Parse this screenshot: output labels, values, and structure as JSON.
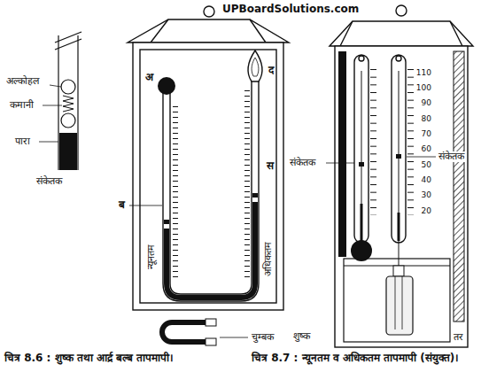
{
  "diagram": {
    "labels": [
      "UPBoardSolutions.com",
      "अल्कोहल",
      "कमानी",
      "पारा",
      "संकेतक",
      "अ",
      "द",
      "ब",
      "स",
      "न्यूनतम",
      "अधिकतम",
      "चुम्बक",
      "संकेतक",
      "संकेतक",
      "शुष्क",
      "तर",
      "110",
      "100",
      "90",
      "80",
      "70",
      "60",
      "50",
      "40",
      "30",
      "20",
      "चित्र 8.6 : शुष्क तथा आर्द्र बल्ब तापमापी।",
      "चित्र 8.7 : न्यूनतम व अधिकतम तापमापी (संयुक्त)।"
    ]
  }
}
